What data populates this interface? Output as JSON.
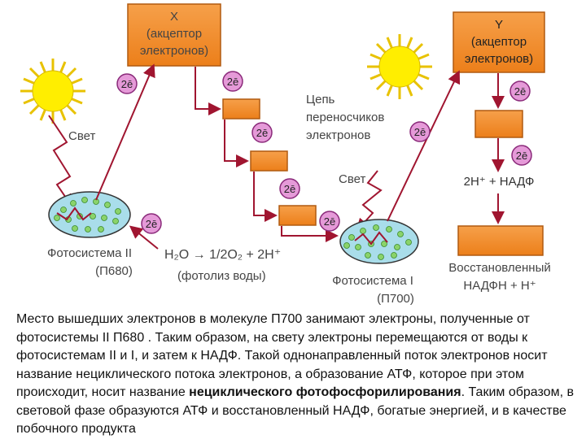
{
  "diagram": {
    "x_acceptor": {
      "symbol": "X",
      "line1": "(акцептор",
      "line2": "электронов)"
    },
    "y_acceptor": {
      "symbol": "Y",
      "line1": "(акцептор",
      "line2": "электронов)"
    },
    "light_left": "Свет",
    "light_right": "Свет",
    "electron_label": "2ē",
    "chain_label": {
      "line1": "Цепь",
      "line2": "переносчиков",
      "line3": "электронов"
    },
    "photosystem2": {
      "name": "Фотосистема II",
      "code": "(П680)"
    },
    "photosystem1": {
      "name": "Фотосистема I",
      "code": "(П700)"
    },
    "photolysis": {
      "equation": "H₂O → 1/2O₂ + 2H⁺",
      "label": "(фотолиз воды)"
    },
    "nadp_reaction": "2H⁺ + НАДФ",
    "reduced_nadp": {
      "line1": "Восстановленный",
      "line2": "НАДФН + H⁺"
    },
    "colors": {
      "orange_box": "#f08a24",
      "orange_border": "#b05a10",
      "arrow": "#a01530",
      "electron_circle": "#e59ad8",
      "photosystem_fill": "#a9ddea",
      "sun": "#ffee00"
    }
  },
  "caption": {
    "p1": "Место вышедших электронов в молекуле П700 занимают электроны, полученные от фотосистемы II П680 . Таким образом, на свету электроны перемещаются от воды к фотосистемам II и I, и затем к НАДФ. Такой однонаправленный поток электронов носит название нециклического потока электронов, а образование АТФ, которое при этом происходит, носит название ",
    "bold": "нециклического фотофосфорилирования",
    "p2": ". Таким образом, в световой фазе образуются АТФ и восстановленный НАДФ, богатые энергией, и в качестве побочного продукта"
  }
}
